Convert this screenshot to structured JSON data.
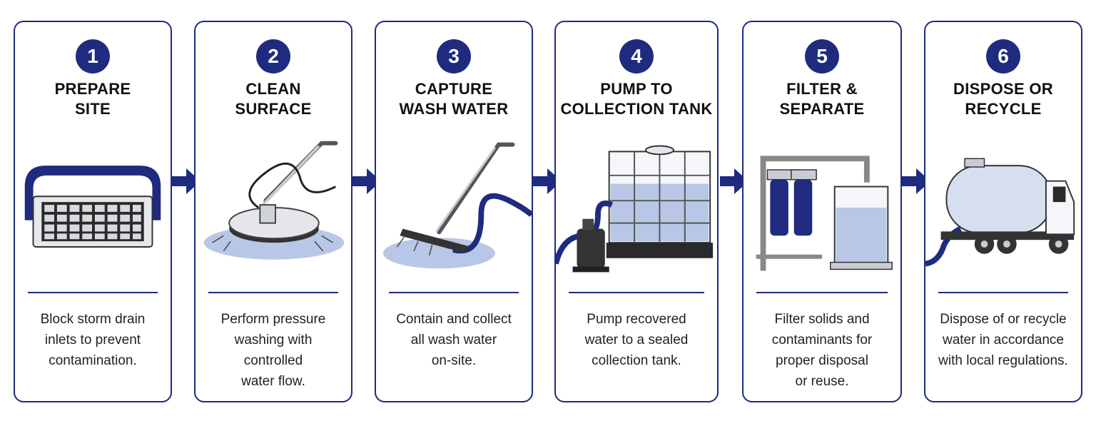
{
  "colors": {
    "accent": "#1e2b7e",
    "water": "#b8c7e6",
    "metal": "#c9ccd2"
  },
  "steps": [
    {
      "number": "1",
      "title": [
        "PREPARE",
        "SITE"
      ],
      "icon": "storm-drain-cover-icon",
      "description": [
        "Block storm drain",
        "inlets to prevent",
        "contamination."
      ]
    },
    {
      "number": "2",
      "title": [
        "CLEAN",
        "SURFACE"
      ],
      "icon": "surface-cleaner-icon",
      "description": [
        "Perform pressure",
        "washing with",
        "controlled",
        "water flow."
      ]
    },
    {
      "number": "3",
      "title": [
        "CAPTURE",
        "WASH WATER"
      ],
      "icon": "vacuum-squeegee-icon",
      "description": [
        "Contain and collect",
        "all wash water",
        "on-site."
      ]
    },
    {
      "number": "4",
      "title": [
        "PUMP TO",
        "COLLECTION TANK"
      ],
      "icon": "pump-tank-icon",
      "description": [
        "Pump recovered",
        "water to a sealed",
        "collection tank."
      ]
    },
    {
      "number": "5",
      "title": [
        "FILTER &",
        "SEPARATE"
      ],
      "icon": "filter-system-icon",
      "description": [
        "Filter solids and",
        "contaminants for",
        "proper disposal",
        "or reuse."
      ]
    },
    {
      "number": "6",
      "title": [
        "DISPOSE OR",
        "RECYCLE"
      ],
      "icon": "tanker-truck-icon",
      "description": [
        "Dispose of or recycle",
        "water in accordance",
        "with local regulations."
      ]
    }
  ]
}
